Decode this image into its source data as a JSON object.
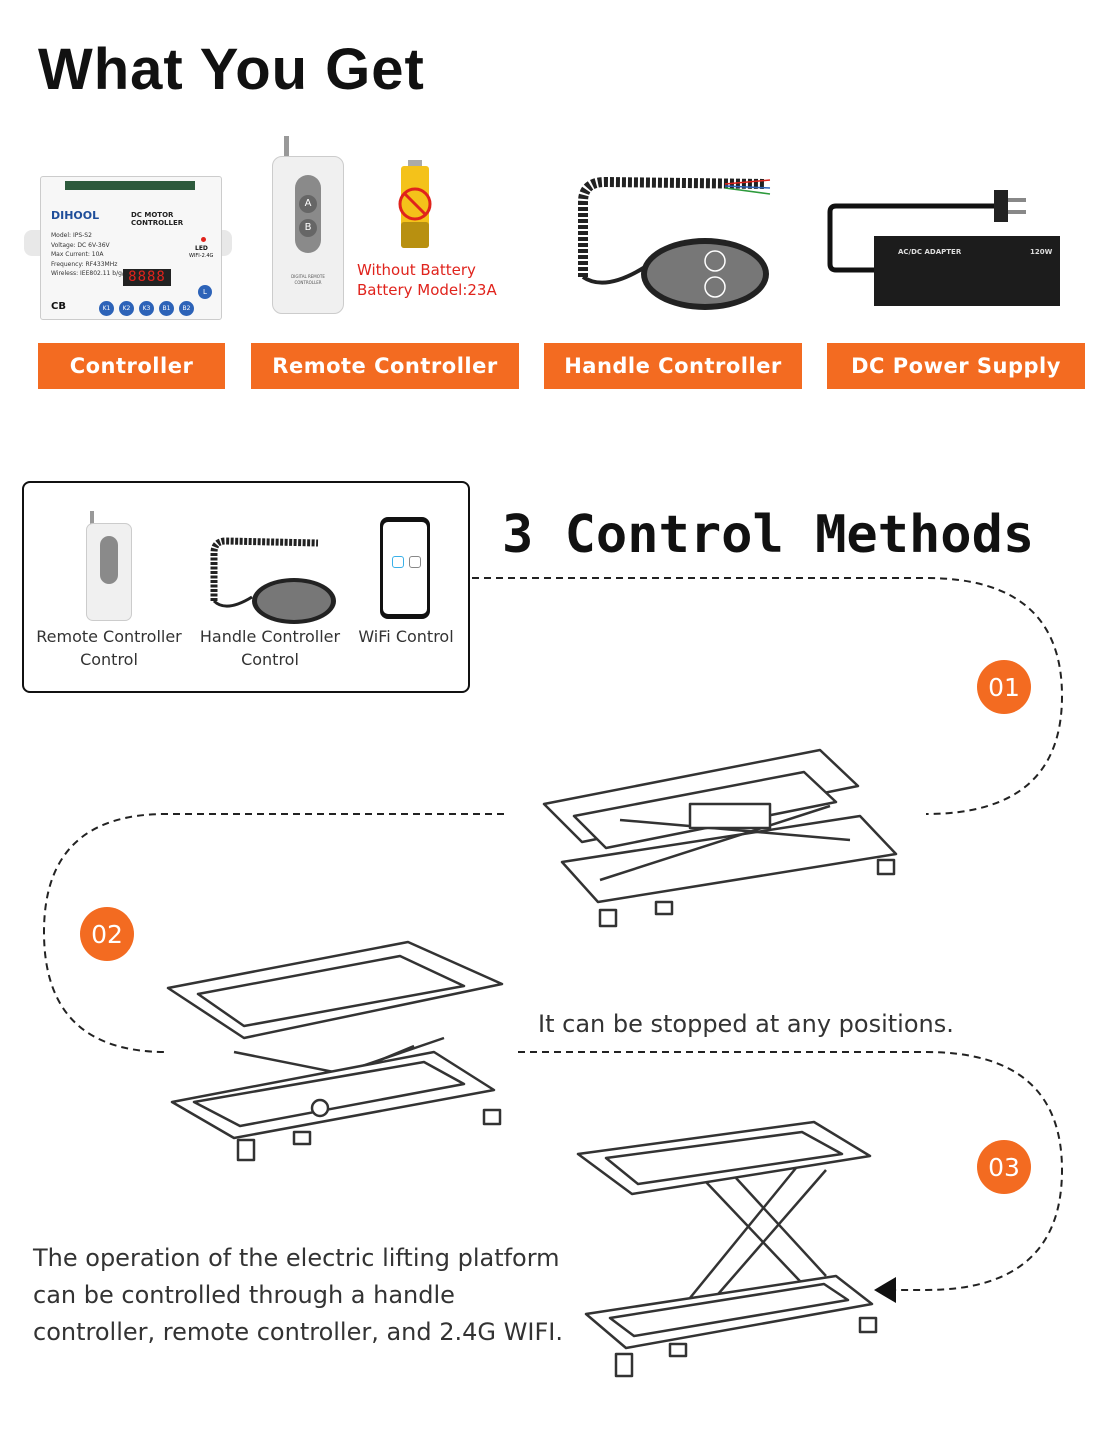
{
  "header": {
    "title": "What You Get"
  },
  "products": [
    {
      "label": "Controller"
    },
    {
      "label": "Remote Controller"
    },
    {
      "label": "Handle Controller"
    },
    {
      "label": "DC Power Supply"
    }
  ],
  "controller_device": {
    "brand": "DIHOOL",
    "model_title": "DC MOTOR CONTROLLER",
    "specs": [
      "Model: IPS-S2",
      "Voltage: DC 6V-36V",
      "Max Current: 10A",
      "Frequency: RF433MHz",
      "Wireless: IEE802.11 b/g/n"
    ],
    "led_label": "LED",
    "wifi_label": "WIFI-2.4G",
    "display": "8888",
    "cert": "CB",
    "buttons": [
      "K1",
      "K2",
      "K3",
      "B1",
      "B2"
    ],
    "l_button": "L"
  },
  "remote_device": {
    "buttons": [
      "A",
      "B"
    ],
    "caption": "DIGITAL REMOTE CONTROLLER"
  },
  "battery_note": {
    "line1": "Without Battery",
    "line2": "Battery Model:23A"
  },
  "adapter": {
    "title": "AC/DC ADAPTER",
    "power": "120W"
  },
  "methods": {
    "title": "3 Control Methods",
    "items": [
      {
        "line1": "Remote Controller",
        "line2": "Control"
      },
      {
        "line1": "Handle Controller",
        "line2": "Control"
      },
      {
        "line1": "WiFi Control",
        "line2": ""
      }
    ]
  },
  "steps": [
    "01",
    "02",
    "03"
  ],
  "note": "It can be stopped at any positions.",
  "description": {
    "line1": "The operation of the electric lifting platform",
    "line2": "can be controlled through a handle",
    "line3": "controller, remote controller, and 2.4G WIFI."
  },
  "colors": {
    "accent": "#f36b21",
    "battery_text": "#e0231c",
    "dark": "#222222"
  }
}
